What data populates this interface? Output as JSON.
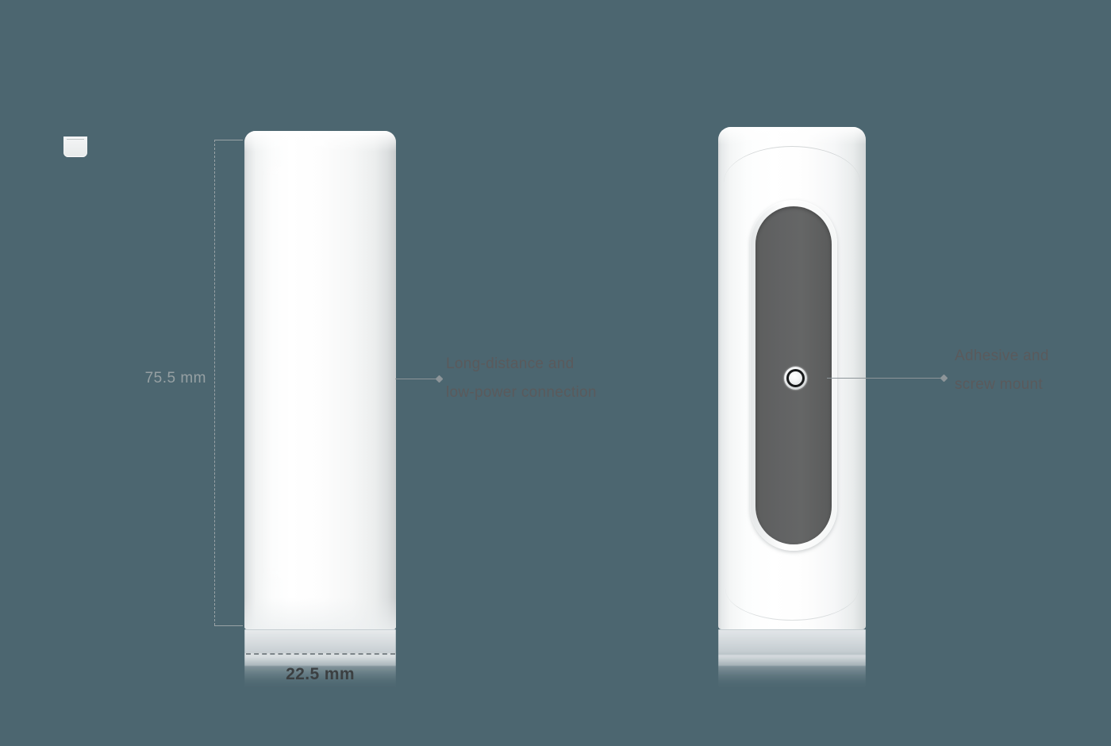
{
  "scene": {
    "background_color": "#4c6670",
    "kind": "product-dimension-diagram"
  },
  "dimensions": {
    "height_label": "75.5 mm",
    "width_label": "22.5 mm",
    "height_label_color": "#96a0a3",
    "width_label_color": "#3b3f41",
    "guide_color": "#9aa3a6"
  },
  "annotations": [
    {
      "id": "connection",
      "line1": "Long-distance and",
      "line2": "low-power connection",
      "color": "#5a5a5c",
      "leader_color": "#8d9599"
    },
    {
      "id": "mount",
      "line1": "Adhesive and",
      "line2": "screw mount",
      "color": "#5a5a5c",
      "leader_color": "#8d9599"
    }
  ],
  "devices": {
    "left": {
      "name": "sensor-front-view",
      "body_color": "#ffffff",
      "edge_color": "#c9cccd"
    },
    "right": {
      "name": "sensor-back-view",
      "body_color": "#ffffff",
      "panel_color": "#636464",
      "bezel_color": "#f4f6f6",
      "screw_ring_color": "#17191a"
    }
  }
}
